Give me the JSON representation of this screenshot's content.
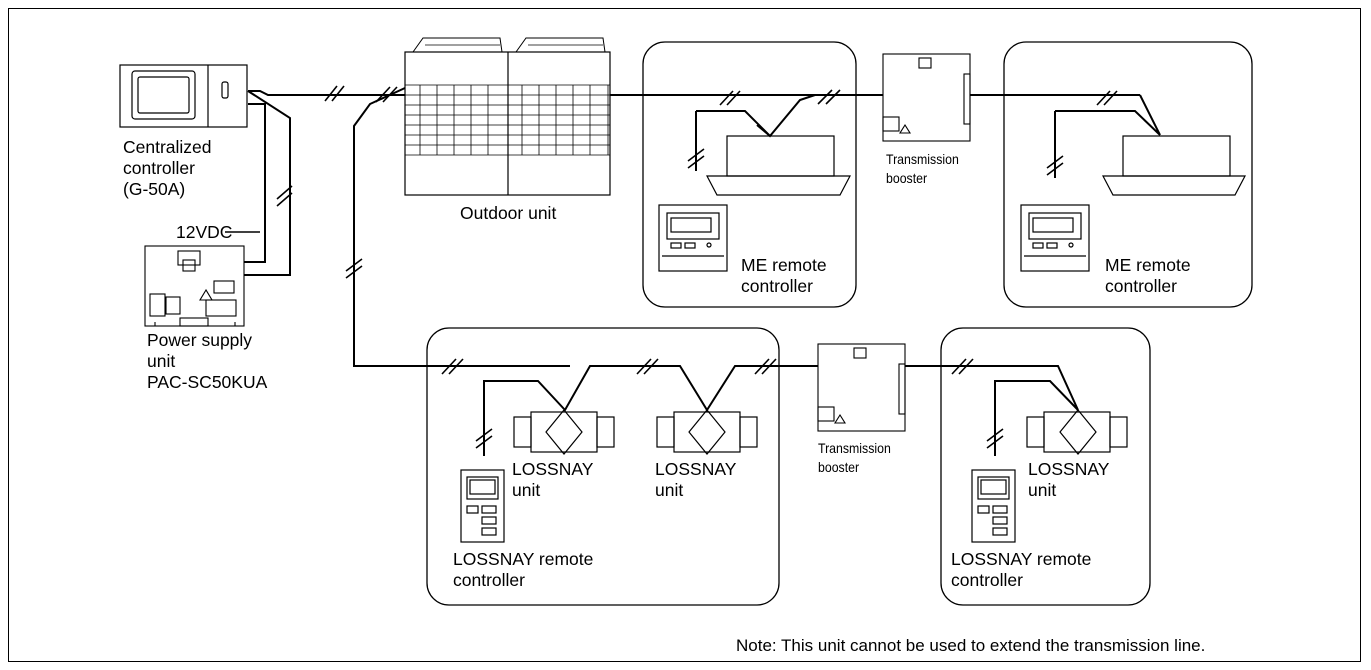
{
  "labels": {
    "central_1": "Centralized",
    "central_2": "controller",
    "central_3": "(G-50A)",
    "vdc": "12VDC",
    "psu_1": "Power supply",
    "psu_2": "unit",
    "psu_3": "PAC-SC50KUA",
    "outdoor": "Outdoor unit",
    "booster_1": "Transmission",
    "booster_2": "booster",
    "me_1": "ME remote",
    "me_2": "controller",
    "lossnay_1": "LOSSNAY",
    "lossnay_2": "unit",
    "lrc_1": "LOSSNAY remote",
    "lrc_2": "controller",
    "note": "Note: This unit cannot be used to extend the transmission line."
  },
  "colors": {
    "line": "#000000",
    "background": "#ffffff"
  }
}
